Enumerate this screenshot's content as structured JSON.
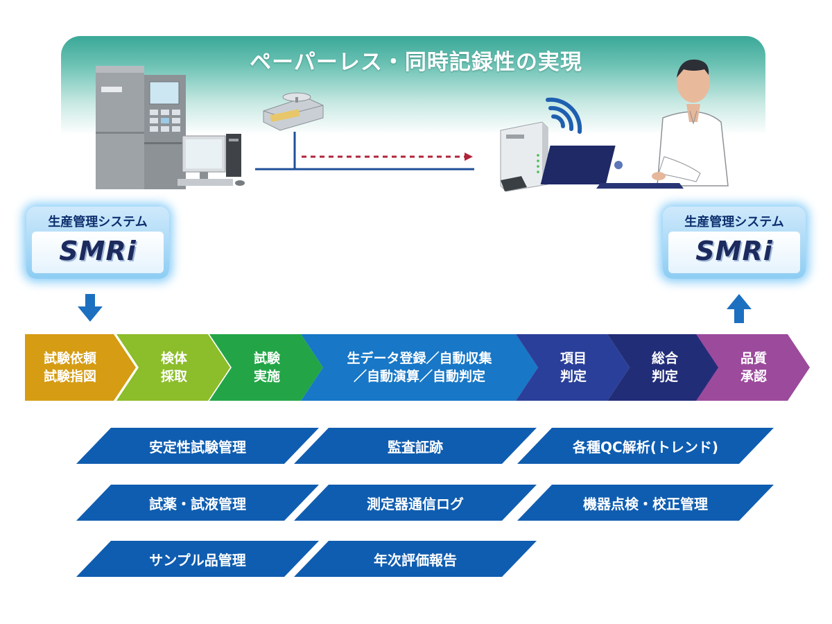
{
  "title": "ペーパーレス・同時記録性の実現",
  "left_system": {
    "label": "生産管理システム",
    "logo": "SMRi"
  },
  "right_system": {
    "label": "生産管理システム",
    "logo": "SMRi"
  },
  "process_steps": [
    {
      "label": "試験依頼\n試験指図",
      "color": "#d59c14"
    },
    {
      "label": "検体\n採取",
      "color": "#8cbd2a"
    },
    {
      "label": "試験\n実施",
      "color": "#23a547"
    },
    {
      "label": "生データ登録／自動収集\n／自動演算／自動判定",
      "color": "#1877c6"
    },
    {
      "label": "項目\n判定",
      "color": "#2a3f99"
    },
    {
      "label": "総合\n判定",
      "color": "#222d78"
    },
    {
      "label": "品質\n承認",
      "color": "#9c4a9c"
    }
  ],
  "features": [
    [
      "安定性試験管理",
      "監査証跡",
      "各種QC解析(トレンド)"
    ],
    [
      "試薬・試液管理",
      "測定器通信ログ",
      "機器点検・校正管理"
    ],
    [
      "サンプル品管理",
      "年次評価報告"
    ]
  ],
  "colors": {
    "feature_fill": "#0f5db0",
    "arrow": "#1d6fc0",
    "network_line": "#1f4f9a",
    "data_flow": "#b0243a"
  },
  "icons": [
    "analyzer-instrument-icon",
    "desktop-computer-icon",
    "balance-scale-icon",
    "wireless-router-icon",
    "wifi-signal-icon",
    "technician-with-laptop-icon"
  ]
}
